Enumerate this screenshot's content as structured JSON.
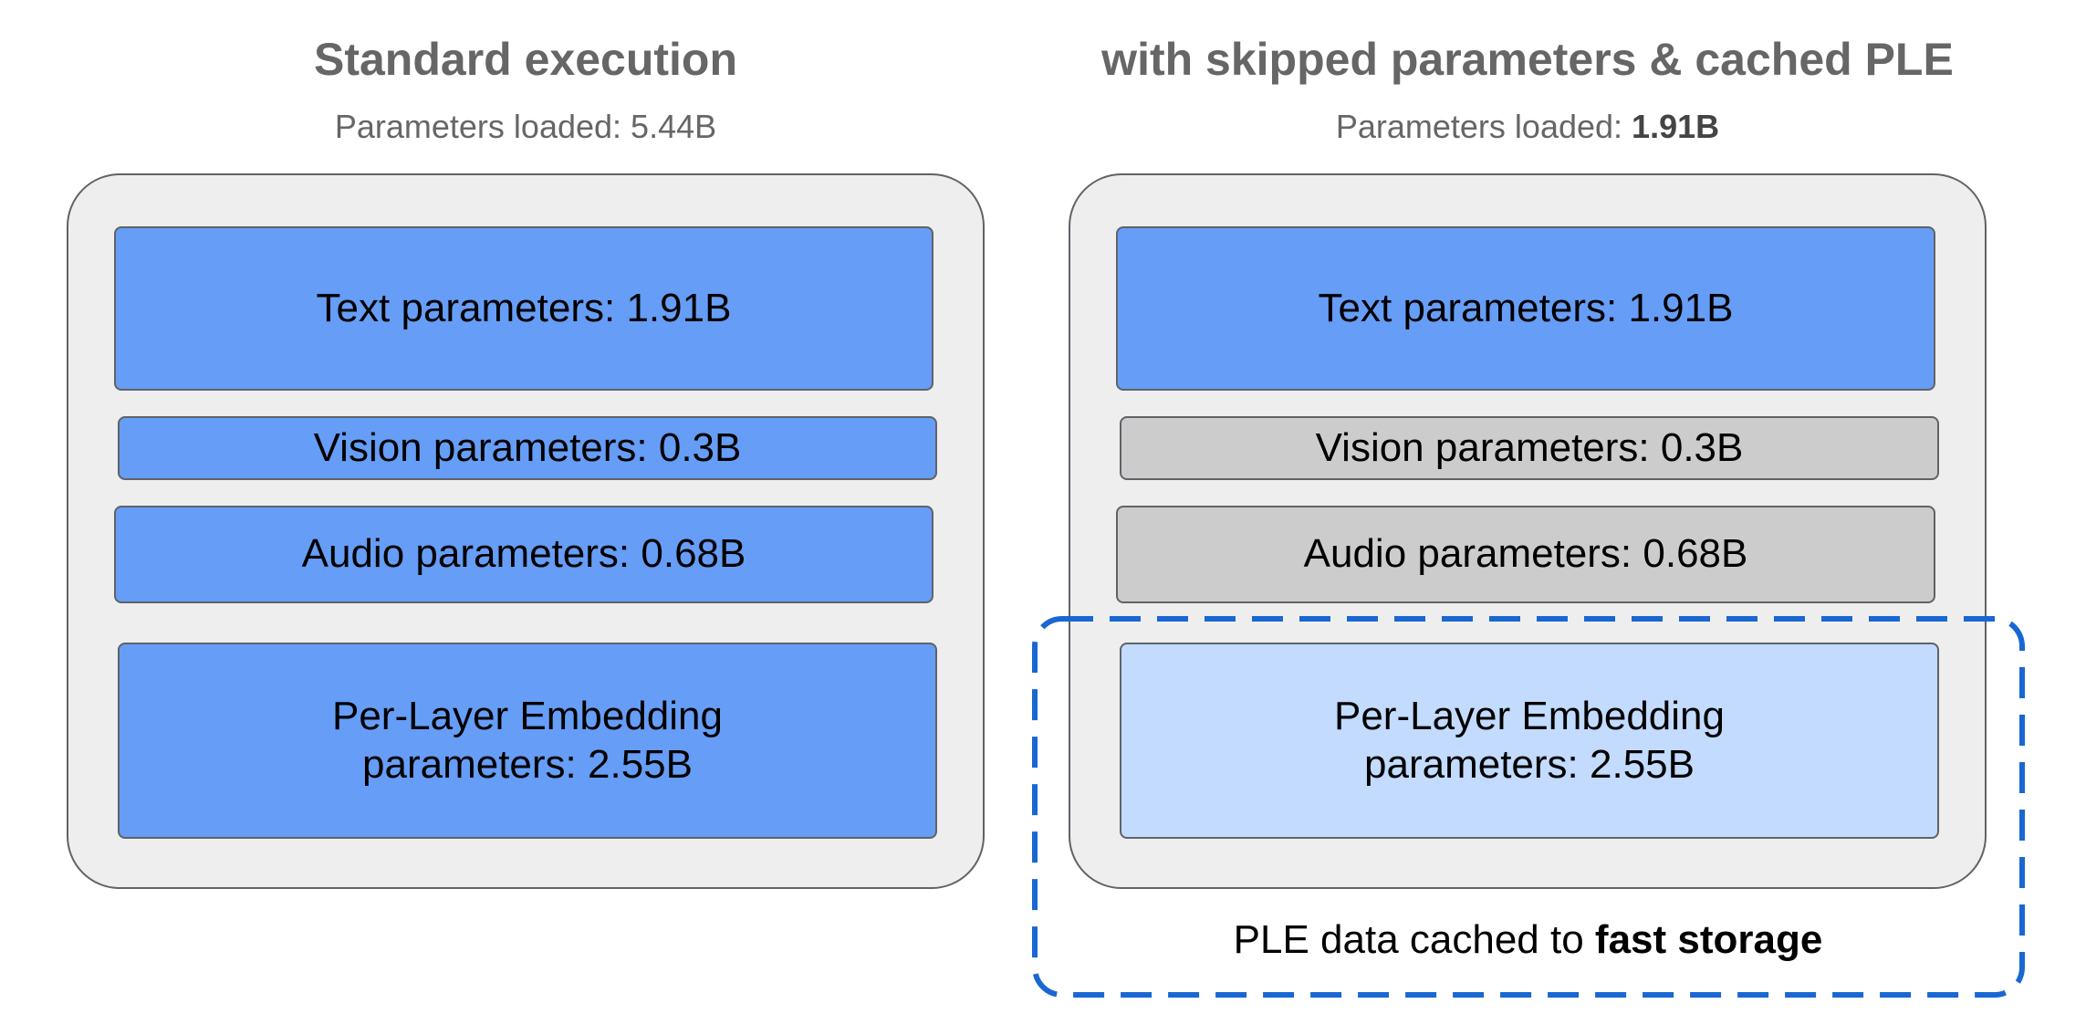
{
  "left": {
    "title": "Standard execution",
    "subtitle_prefix": "Parameters loaded: ",
    "subtitle_value": "5.44B",
    "blocks": {
      "text": "Text parameters: 1.91B",
      "vision": "Vision parameters: 0.3B",
      "audio": "Audio parameters: 0.68B",
      "ple_line1": "Per-Layer Embedding",
      "ple_line2": "parameters: 2.55B"
    }
  },
  "right": {
    "title": "with skipped parameters & cached PLE",
    "subtitle_prefix": "Parameters loaded: ",
    "subtitle_value": "1.91B",
    "blocks": {
      "text": "Text parameters: 1.91B",
      "vision": "Vision parameters: 0.3B",
      "audio": "Audio parameters: 0.68B",
      "ple_line1": "Per-Layer Embedding",
      "ple_line2": "parameters: 2.55B"
    },
    "caption_prefix": "PLE data cached to ",
    "caption_bold": "fast storage"
  },
  "colors": {
    "loaded": "#669df6",
    "skipped": "#cccccc",
    "cached": "#c2dbfe",
    "container": "#eeeeee",
    "cache_outline": "#1967d2"
  }
}
